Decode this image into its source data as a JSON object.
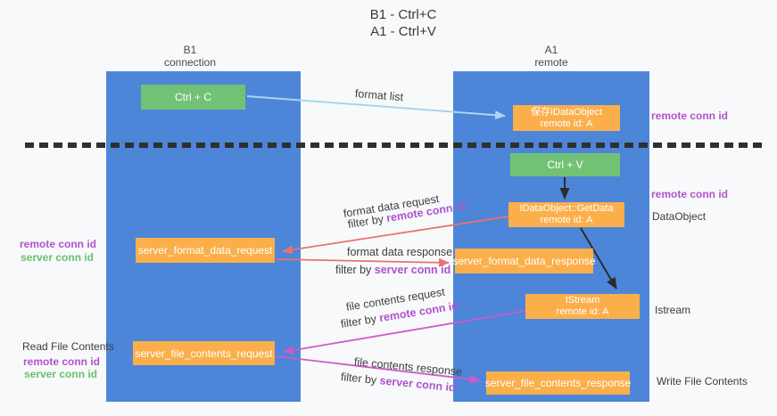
{
  "title": {
    "line1": "B1 - Ctrl+C",
    "line2": "A1 - Ctrl+V"
  },
  "lifelines": {
    "left": {
      "name": "B1",
      "role": "connection"
    },
    "right": {
      "name": "A1",
      "role": "remote"
    }
  },
  "boxes": {
    "ctrl_c": {
      "label": "Ctrl + C"
    },
    "ctrl_v": {
      "label": "Ctrl + V"
    },
    "save_idataobject": {
      "line1": "保存IDataObject",
      "line2": "remote id: A"
    },
    "getdata": {
      "line1": "IDataObject::GetData",
      "line2": "remote id: A"
    },
    "istream": {
      "line1": "IStream",
      "line2": "remote id: A"
    },
    "server_format_data_request": {
      "label": "server_format_data_request"
    },
    "server_format_data_response": {
      "label": "server_format_data_response"
    },
    "server_file_contents_request": {
      "label": "server_file_contents_request"
    },
    "server_file_contents_response": {
      "label": "server_file_contents_response"
    }
  },
  "annotations": {
    "format_list": "format list",
    "format_data_request": "format data request",
    "format_data_response": "format data response",
    "file_contents_request": "file contents request",
    "file_contents_response": "file contents response",
    "filter_by": "filter by",
    "remote_conn_id": "remote conn id",
    "server_conn_id": "server conn id"
  },
  "side_labels": {
    "remote_conn_id": "remote conn id",
    "server_conn_id": "server conn id",
    "dataobject": "DataObject",
    "istream": "Istream",
    "read_file_contents": "Read File Contents",
    "write_file_contents": "Write File Contents"
  },
  "colors": {
    "column_blue": "#4d86d8",
    "box_orange": "#fbaf4b",
    "box_green": "#72c275",
    "arrow_lightblue": "#aad4f2",
    "arrow_red": "#e97270",
    "arrow_magenta": "#cd5bc7",
    "arrow_black": "#2b2b2b",
    "text_purple": "#b054ca",
    "text_green": "#6bbf6f"
  }
}
